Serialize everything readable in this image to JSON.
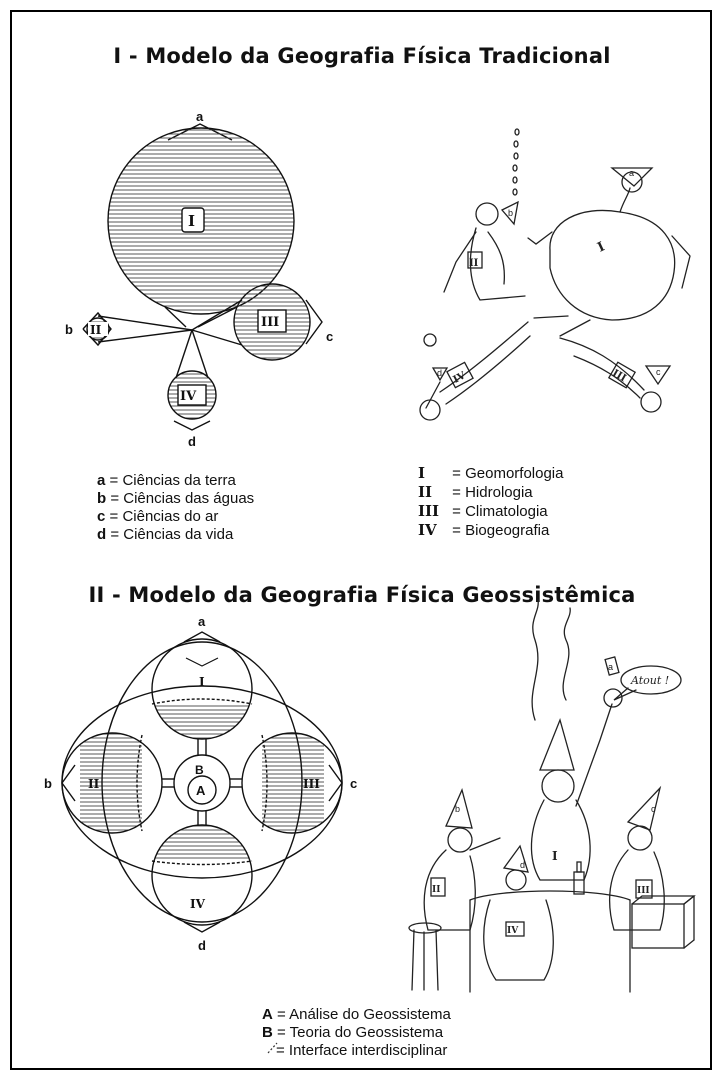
{
  "section1": {
    "title": "I - Modelo da Geografia Física Tradicional",
    "diagram_labels": {
      "a": "a",
      "b": "b",
      "c": "c",
      "d": "d",
      "I": "I",
      "II": "II",
      "III": "III",
      "IV": "IV"
    },
    "cartoon_labels": {
      "a": "a",
      "b": "b",
      "c": "c",
      "d": "d",
      "I": "I",
      "II": "II",
      "III": "III",
      "IV": "IV"
    },
    "legend_letters": [
      {
        "key": "a",
        "text": " = Ciências da terra"
      },
      {
        "key": "b",
        "text": " = Ciências das águas"
      },
      {
        "key": "c",
        "text": " = Ciências do ar"
      },
      {
        "key": "d",
        "text": " = Ciências da vida"
      }
    ],
    "legend_roman": [
      {
        "key": "I",
        "text": " = Geomorfologia"
      },
      {
        "key": "II",
        "text": " = Hidrologia"
      },
      {
        "key": "III",
        "text": " = Climatologia"
      },
      {
        "key": "IV",
        "text": " = Biogeografia"
      }
    ]
  },
  "section2": {
    "title": "II - Modelo da Geografia Física Geossistêmica",
    "diagram_labels": {
      "a": "a",
      "b": "b",
      "c": "c",
      "d": "d",
      "I": "I",
      "II": "II",
      "III": "III",
      "IV": "IV",
      "A": "A",
      "B": "B"
    },
    "cartoon_labels": {
      "a": "a",
      "b": "b",
      "c": "c",
      "d": "d",
      "I": "I",
      "II": "II",
      "III": "III",
      "IV": "IV",
      "speech": "Atout !"
    },
    "legend": [
      {
        "key": "A",
        "text": " = Análise do Geossistema"
      },
      {
        "key": "B",
        "text": " = Teoria do Geossistema"
      },
      {
        "key": "",
        "text": " = Interface interdisciplinar"
      }
    ]
  }
}
